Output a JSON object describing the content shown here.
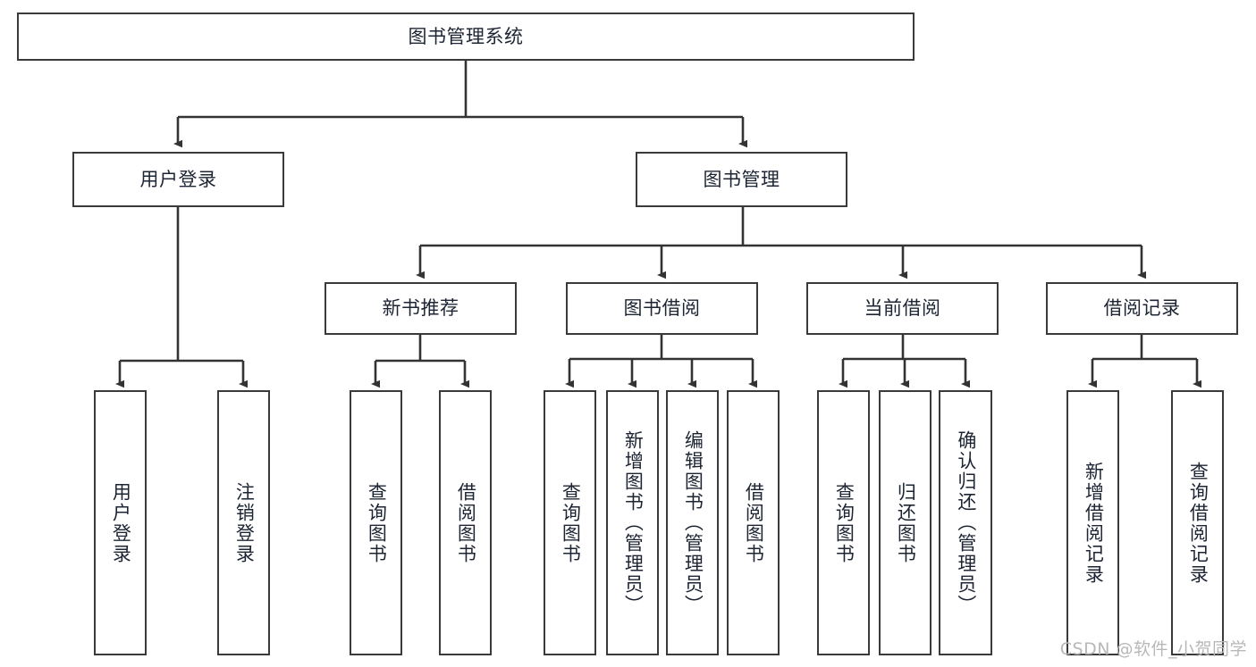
{
  "diagram": {
    "type": "tree-hierarchy",
    "title": "图书管理系统",
    "orientation": "top-down",
    "colors": {
      "box_border": "#3a3a3a",
      "box_fill": "#ffffff",
      "connector": "#333333",
      "text": "#1d2433",
      "watermark": "#b8b8b8",
      "background": "#ffffff"
    },
    "levels": {
      "level1": [
        {
          "id": "root",
          "label": "图书管理系统",
          "orientation": "horizontal"
        }
      ],
      "level2": [
        {
          "id": "user-login",
          "label": "用户登录",
          "orientation": "horizontal"
        },
        {
          "id": "book-management",
          "label": "图书管理",
          "orientation": "horizontal"
        }
      ],
      "level3": [
        {
          "id": "new-book-recommend",
          "label": "新书推荐",
          "orientation": "horizontal"
        },
        {
          "id": "book-borrow",
          "label": "图书借阅",
          "orientation": "horizontal"
        },
        {
          "id": "current-borrow",
          "label": "当前借阅",
          "orientation": "horizontal"
        },
        {
          "id": "borrow-record",
          "label": "借阅记录",
          "orientation": "horizontal"
        }
      ],
      "level4": [
        {
          "id": "leaf-user-login",
          "label": "用户登录",
          "parent": "user-login",
          "orientation": "vertical"
        },
        {
          "id": "leaf-logout-login",
          "label": "注销登录",
          "parent": "user-login",
          "orientation": "vertical"
        },
        {
          "id": "leaf-query-book-1",
          "label": "查询图书",
          "parent": "new-book-recommend",
          "orientation": "vertical"
        },
        {
          "id": "leaf-borrow-book-1",
          "label": "借阅图书",
          "parent": "new-book-recommend",
          "orientation": "vertical"
        },
        {
          "id": "leaf-query-book-2",
          "label": "查询图书",
          "parent": "book-borrow",
          "orientation": "vertical"
        },
        {
          "id": "leaf-add-book",
          "label": "新增图书（管理员）",
          "parent": "book-borrow",
          "orientation": "vertical"
        },
        {
          "id": "leaf-edit-book",
          "label": "编辑图书（管理员）",
          "parent": "book-borrow",
          "orientation": "vertical"
        },
        {
          "id": "leaf-borrow-book-2",
          "label": "借阅图书",
          "parent": "book-borrow",
          "orientation": "vertical"
        },
        {
          "id": "leaf-query-book-3",
          "label": "查询图书",
          "parent": "current-borrow",
          "orientation": "vertical"
        },
        {
          "id": "leaf-return-book",
          "label": "归还图书",
          "parent": "current-borrow",
          "orientation": "vertical"
        },
        {
          "id": "leaf-confirm-return",
          "label": "确认归还（管理员）",
          "parent": "current-borrow",
          "orientation": "vertical"
        },
        {
          "id": "leaf-add-record",
          "label": "新增借阅记录",
          "parent": "borrow-record",
          "orientation": "vertical"
        },
        {
          "id": "leaf-query-record",
          "label": "查询借阅记录",
          "parent": "borrow-record",
          "orientation": "vertical"
        }
      ]
    }
  },
  "watermark": {
    "text": "CSDN @软件_小贺同学"
  }
}
